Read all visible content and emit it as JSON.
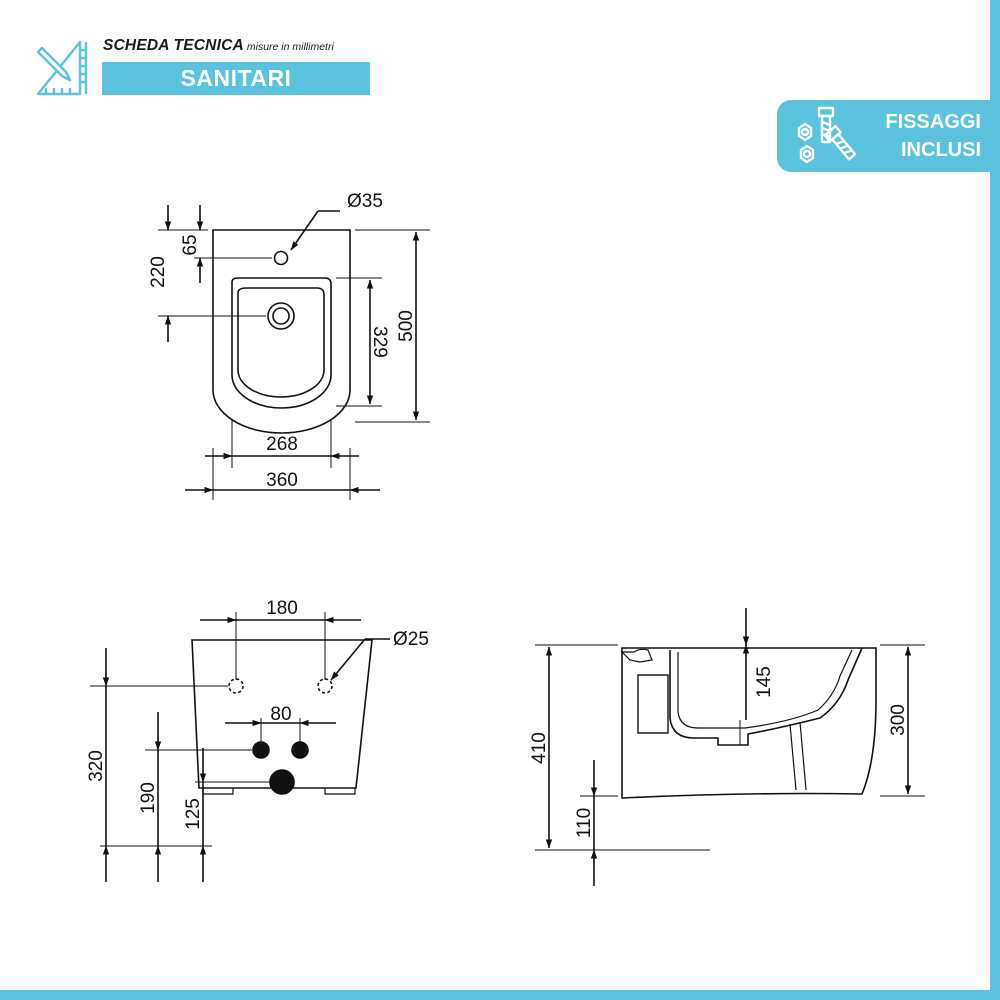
{
  "header": {
    "title": "SCHEDA TECNICA",
    "subtitle": "misure in millimetri",
    "category": "SANITARI"
  },
  "badge": {
    "line1": "FISSAGGI",
    "line2": "INCLUSI"
  },
  "top_view": {
    "hole_diameter": "Ø35",
    "dim_hole_offset": "65",
    "dim_drain_offset": "220",
    "dim_bowl_length": "329",
    "dim_total_length": "500",
    "dim_bowl_width": "268",
    "dim_total_width": "360"
  },
  "back_view": {
    "dim_fix_spacing": "180",
    "fix_hole_diameter": "Ø25",
    "dim_supply_spacing": "80",
    "dim_total_height": "320",
    "dim_supply_height": "190",
    "dim_drain_height": "125"
  },
  "side_view": {
    "dim_bowl_depth": "145",
    "dim_total_height": "410",
    "dim_body_height": "300",
    "dim_floor_clearance": "110"
  },
  "colors": {
    "accent": "#5bc3dd",
    "line": "#111111",
    "text_on_accent": "#ffffff"
  },
  "icons": [
    "ruler-pencil-icon",
    "screws-nuts-icon"
  ]
}
